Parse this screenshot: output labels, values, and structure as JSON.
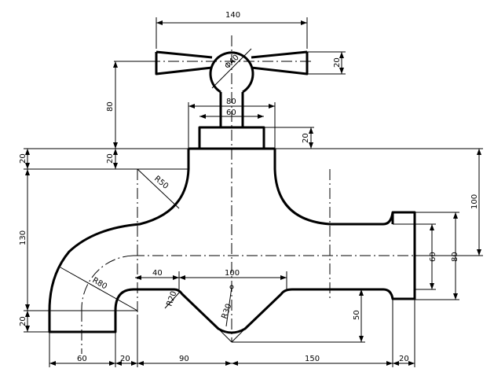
{
  "drawing": {
    "title": "Faucet technical drawing",
    "colors": {
      "line": "#000000",
      "background": "#ffffff"
    },
    "dimensions": {
      "handle_width": "140",
      "handle_diameter": "Φ40",
      "handle_arm_height": "20",
      "handle_height": "80",
      "nut_outer_width": "80",
      "nut_inner_width": "60",
      "nut_height": "20",
      "top_left_20": "20",
      "top_mid_20": "20",
      "body_radius": "R50",
      "left_height": "130",
      "bottom_left_20": "20",
      "bend_radius": "R80",
      "seg_40": "40",
      "seg_100": "100",
      "fillet_r20": "R20",
      "valley_r30": "R30",
      "depth_50": "50",
      "right_height_100": "100",
      "outlet_60": "60",
      "flange_80": "80",
      "base_60": "60",
      "base_20": "20",
      "base_90": "90",
      "base_150": "150",
      "base_flange_20": "20"
    }
  }
}
